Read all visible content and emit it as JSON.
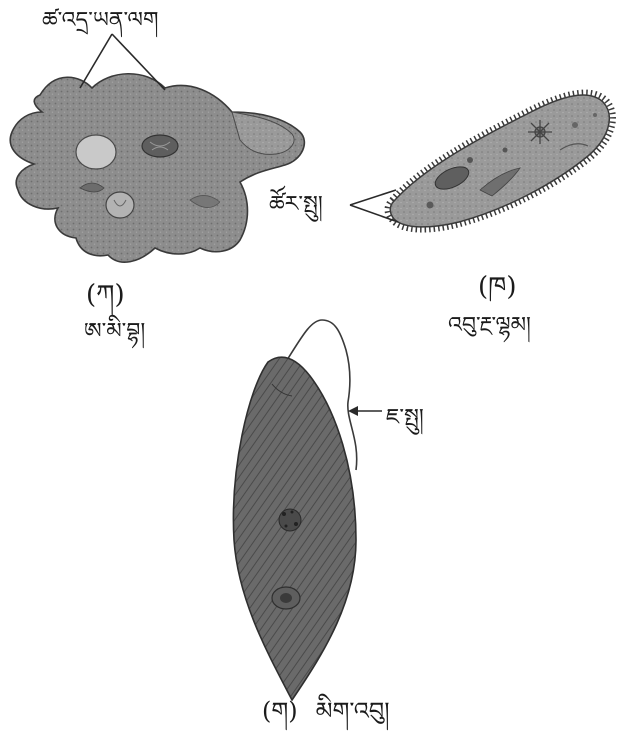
{
  "labels": {
    "pseudopod": "ཚ་འདྲ་ཡན་ལག",
    "cilia": "ཚོར་སྤུ།",
    "flagellum": "ཇ་སྤུ།"
  },
  "organisms": [
    {
      "marker": "(ཀ)",
      "name": "ཨ་མི་བྷ།"
    },
    {
      "marker": "(ཁ)",
      "name": "འབུ་རྔ་ལྷམ།"
    },
    {
      "marker": "(ག)",
      "name": "མིག་འབུ།"
    }
  ],
  "colors": {
    "cell_fill": "#8f8f8f",
    "cell_dark": "#5c5c5c",
    "nucleus": "#c8c8c8",
    "line": "#2a2a2a"
  }
}
